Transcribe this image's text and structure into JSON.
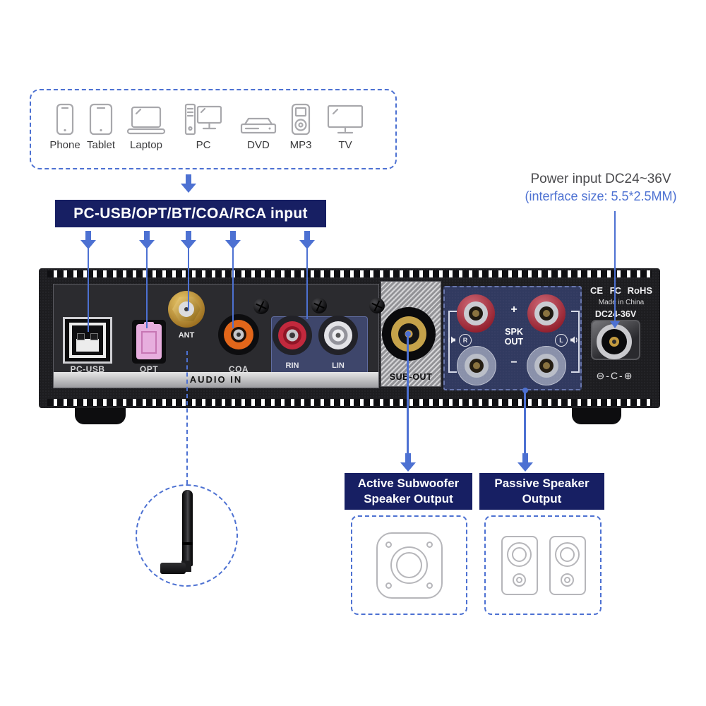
{
  "colors": {
    "accent_blue": "#4d71d2",
    "navy": "#171f63"
  },
  "sources": {
    "phone": "Phone",
    "tablet": "Tablet",
    "laptop": "Laptop",
    "pc": "PC",
    "dvd": "DVD",
    "mp3": "MP3",
    "tv": "TV"
  },
  "input_banner": {
    "label": "PC-USB/OPT/BT/COA/RCA input"
  },
  "power_note": {
    "line1": "Power input DC24~36V",
    "line2": "(interface size: 5.5*2.5MM)"
  },
  "rear_panel": {
    "pc_usb": "PC-USB",
    "opt": "OPT",
    "ant": "ANT",
    "coa": "COA",
    "rin": "RIN",
    "lin": "LIN",
    "audio_in": "AUDIO IN",
    "sub_out": "SUB-OUT",
    "spk_line1": "SPK",
    "spk_line2": "OUT",
    "plus": "+",
    "minus": "−",
    "right": "R",
    "left": "L",
    "cert_ce": "CE",
    "cert_fcc": "FC",
    "cert_rohs": "RoHS",
    "made_in": "Made in China",
    "dc_label": "DC24-36V",
    "polarity": "⊖-C-⊕"
  },
  "output_labels": {
    "active_line1": "Active Subwoofer",
    "active_line2": "Speaker Output",
    "passive_line1": "Passive Speaker",
    "passive_line2": "Output"
  }
}
